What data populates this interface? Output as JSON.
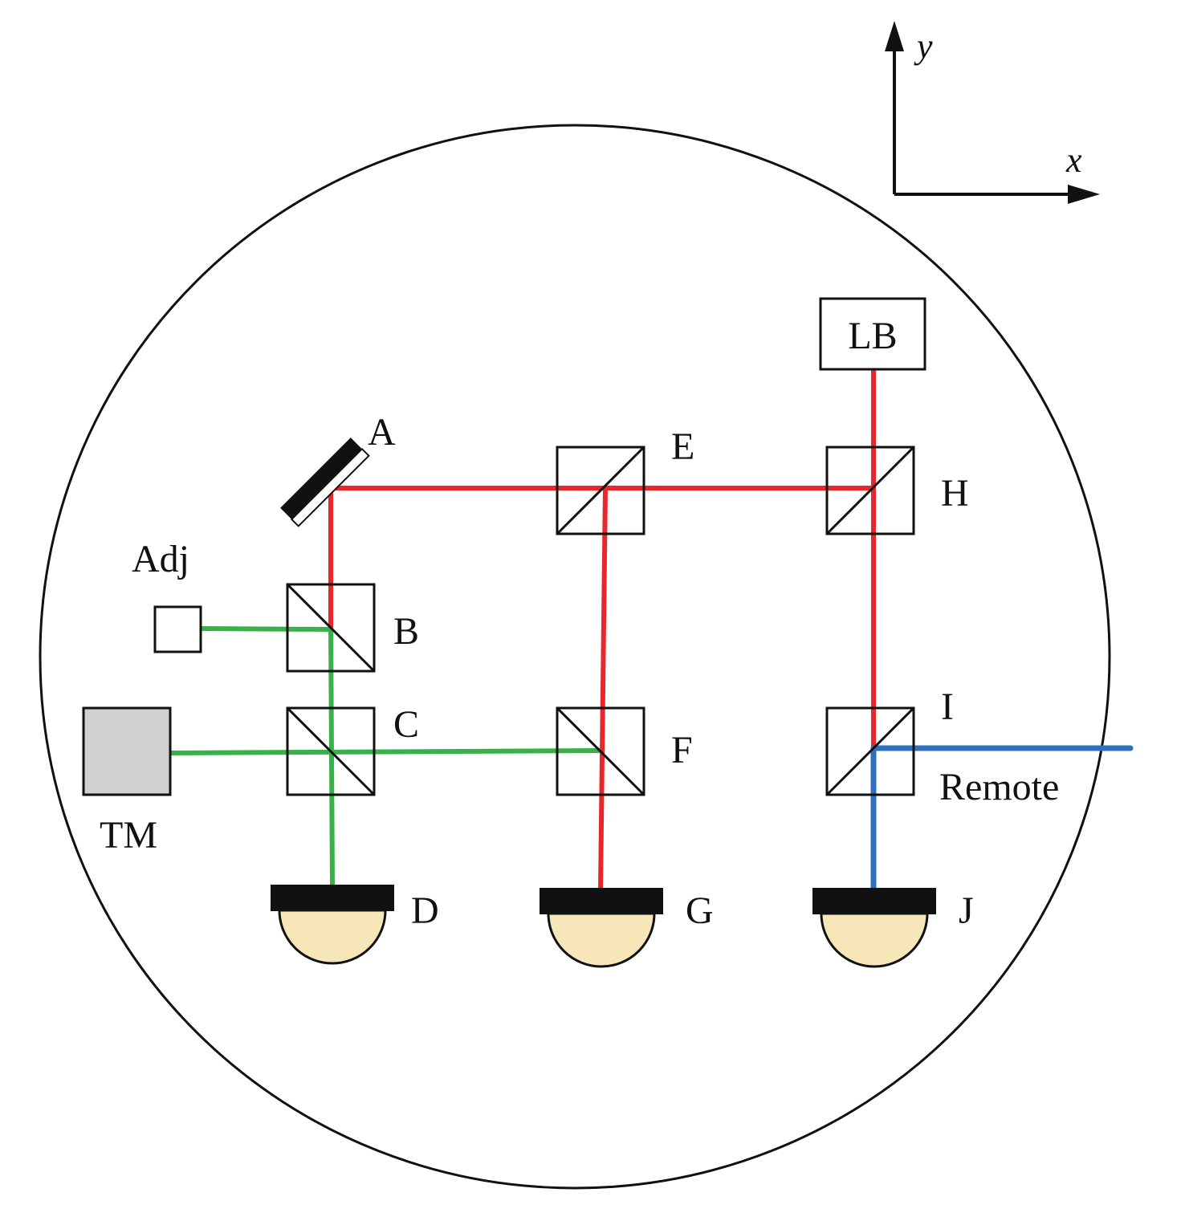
{
  "colors": {
    "red_beam": "#e8262c",
    "green_beam": "#3ab04a",
    "blue_beam": "#2f6fc0",
    "detector_fill": "#f7e7b8",
    "tm_fill": "#d0d0d0"
  },
  "axes": {
    "x_label": "x",
    "y_label": "y"
  },
  "labels": {
    "A": "A",
    "B": "B",
    "C": "C",
    "D": "D",
    "E": "E",
    "F": "F",
    "G": "G",
    "H": "H",
    "I": "I",
    "J": "J",
    "LB": "LB",
    "Adj": "Adj",
    "TM": "TM",
    "Remote": "Remote"
  }
}
